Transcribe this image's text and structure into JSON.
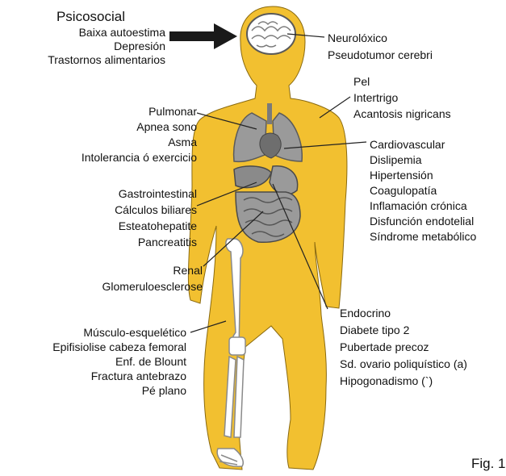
{
  "groups": {
    "psicosocial": {
      "title": "Psicosocial",
      "items": [
        "Baixa autoestima",
        "Depresión",
        "Trastornos alimentarios"
      ]
    },
    "neuro": {
      "items": [
        "Neurolóxico",
        "Pseudotumor cerebri"
      ]
    },
    "pel": {
      "items": [
        "Pel",
        "Intertrigo",
        "Acantosis nigricans"
      ]
    },
    "pulmonar": {
      "items": [
        "Pulmonar",
        "Apnea sono",
        "Asma",
        "Intolerancia ó exercicio"
      ]
    },
    "cardio": {
      "items": [
        "Cardiovascular",
        "Dislipemia",
        "Hipertensión",
        "Coagulopatía",
        "Inflamación crónica",
        "Disfunción endotelial",
        "Síndrome metabólico"
      ]
    },
    "gastro": {
      "items": [
        "Gastrointestinal",
        "Cálculos biliares",
        "Esteatohepatite",
        "Pancreatitis"
      ]
    },
    "renal": {
      "items": [
        "Renal",
        "Glomeruloesclerose"
      ]
    },
    "endocrino": {
      "items": [
        "Endocrino",
        "Diabete tipo 2",
        "Pubertade precoz",
        "Sd. ovario poliquístico (a)",
        "Hipogonadismo (`)"
      ]
    },
    "musculo": {
      "items": [
        "Músculo-esquelético",
        "Epifisiolise cabeza femoral",
        "Enf. de Blount",
        "Fractura antebrazo",
        "Pé plano"
      ]
    }
  },
  "figure_label": "Fig. 1",
  "colors": {
    "body": "#F2C030",
    "outline": "#8a6a10",
    "organ": "#9a9a9a",
    "organ_dark": "#5a5a5a",
    "bone": "#ffffff",
    "line": "#222222"
  }
}
